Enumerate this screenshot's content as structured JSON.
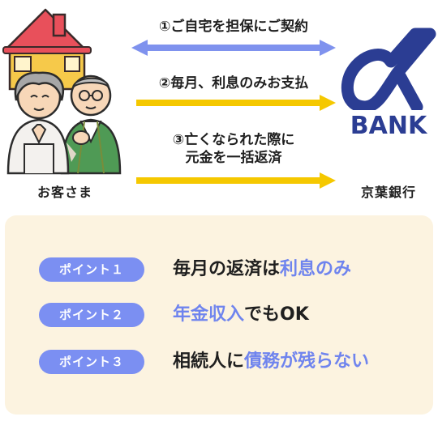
{
  "customer": {
    "label": "お客さま"
  },
  "bank": {
    "logo_text": "BANK",
    "label": "京葉銀行"
  },
  "steps": [
    {
      "number": "①",
      "lines": [
        "ご自宅を担保にご契約"
      ],
      "direction": "both"
    },
    {
      "number": "②",
      "lines": [
        "毎月、利息のみお支払"
      ],
      "direction": "to-bank"
    },
    {
      "number": "③",
      "lines": [
        "亡くなられた際に",
        "元金を一括返済"
      ],
      "direction": "to-bank"
    }
  ],
  "points": [
    {
      "badge": "ポイント１",
      "text_before": "毎月の返済は",
      "highlight": "利息のみ",
      "text_after": ""
    },
    {
      "badge": "ポイント２",
      "text_before": "",
      "highlight": "年金収入",
      "text_after": "でもOK"
    },
    {
      "badge": "ポイント３",
      "text_before": "相続人に",
      "highlight": "債務が残らない",
      "text_after": ""
    }
  ],
  "colors": {
    "arrow_both": "#7f92ee",
    "arrow_to_bank": "#f5c800",
    "badge": "#7b8ff2",
    "highlight": "#6f84ee",
    "panel": "#fcf3e0",
    "bank_brand": "#2b3d93",
    "house_roof": "#e8505b",
    "house_wall": "#f6c94a"
  },
  "icons": {
    "customer": "house-and-elderly-couple-illustration",
    "bank": "alpha-bank-logo-icon"
  }
}
